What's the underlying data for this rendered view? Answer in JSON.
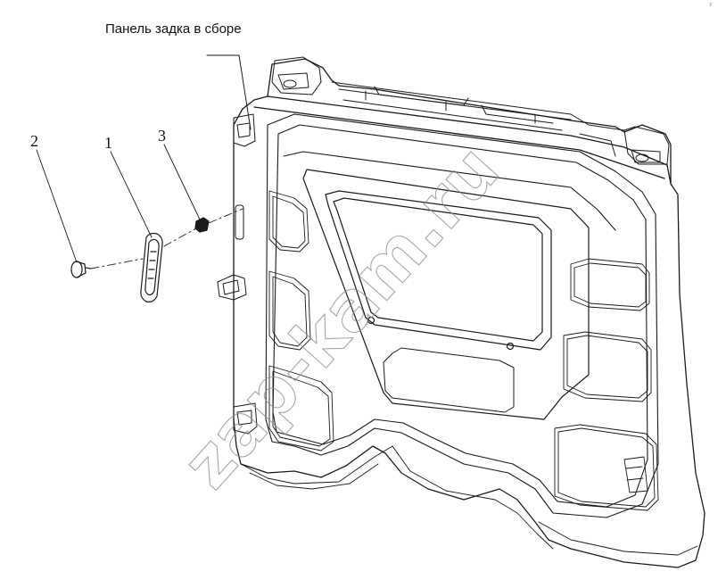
{
  "assembly_label": "Панель задка в сборе",
  "callouts": {
    "c1": "1",
    "c2": "2",
    "c3": "3"
  },
  "watermark": "zap-kam.ru",
  "corner_mark": "r"
}
